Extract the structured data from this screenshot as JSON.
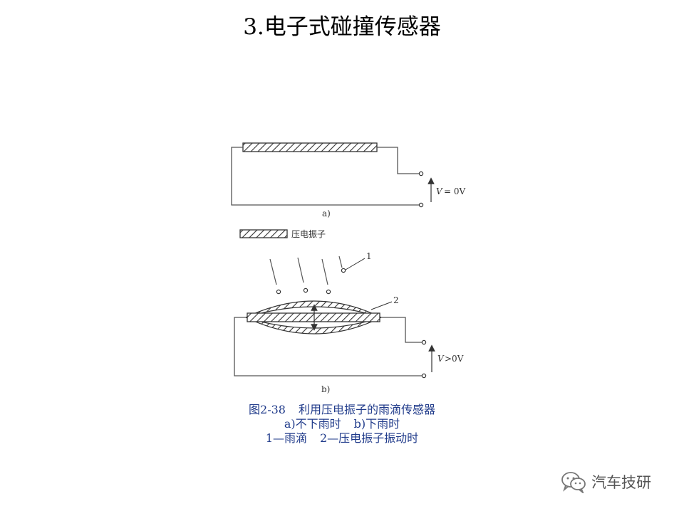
{
  "title": "3.电子式碰撞传感器",
  "figure": {
    "label_a": "a)",
    "label_b": "b)",
    "voltage_a": "= 0V",
    "voltage_b": ">0V",
    "voltage_symbol": "V",
    "legend_text": "压电振子",
    "callout_1": "1",
    "callout_2": "2"
  },
  "caption": {
    "line1_num": "图2-38",
    "line1_text": "利用压电振子的雨滴传感器",
    "line2_a": "a)不下雨时",
    "line2_b": "b)下雨时",
    "line3_a": "1—雨滴",
    "line3_b": "2—压电振子振动时"
  },
  "watermark": {
    "text": "汽车技研",
    "icon": "wechat-icon"
  },
  "colors": {
    "caption": "#1f3a8a",
    "line": "#333333"
  }
}
